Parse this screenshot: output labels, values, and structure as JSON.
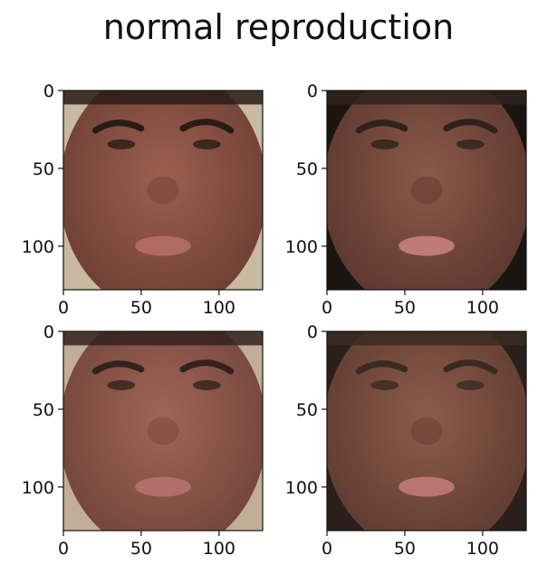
{
  "title": "normal reproduction",
  "chart_data": [
    {
      "type": "image",
      "row": 1,
      "col": 1,
      "image_label": "face-original-1",
      "xlim": [
        0,
        128
      ],
      "ylim": [
        128,
        0
      ],
      "xticks": [
        0,
        50,
        100
      ],
      "yticks": [
        0,
        50,
        100
      ],
      "xtick_labels": [
        "0",
        "50",
        "100"
      ],
      "ytick_labels": [
        "0",
        "50",
        "100"
      ],
      "palette": {
        "skin": "#9c5f4f",
        "skin_dark": "#6b3d33",
        "hair": "#2a1b17",
        "bg": "#c9b9a3",
        "lips": "#b06a66"
      }
    },
    {
      "type": "image",
      "row": 1,
      "col": 2,
      "image_label": "face-original-2",
      "xlim": [
        0,
        128
      ],
      "ylim": [
        128,
        0
      ],
      "xticks": [
        0,
        50,
        100
      ],
      "yticks": [
        0,
        50,
        100
      ],
      "xtick_labels": [
        "0",
        "50",
        "100"
      ],
      "ytick_labels": [
        "0",
        "50",
        "100"
      ],
      "palette": {
        "skin": "#8a5a4a",
        "skin_dark": "#5a352c",
        "hair": "#2f221d",
        "bg": "#1b1512",
        "lips": "#c07a78"
      }
    },
    {
      "type": "image",
      "row": 2,
      "col": 1,
      "image_label": "face-reproduction-1",
      "xlim": [
        0,
        128
      ],
      "ylim": [
        128,
        0
      ],
      "xticks": [
        0,
        50,
        100
      ],
      "yticks": [
        0,
        50,
        100
      ],
      "xtick_labels": [
        "0",
        "50",
        "100"
      ],
      "ytick_labels": [
        "0",
        "50",
        "100"
      ],
      "palette": {
        "skin": "#a06556",
        "skin_dark": "#70433a",
        "hair": "#33221d",
        "bg": "#c2ae98",
        "lips": "#b06f6a"
      }
    },
    {
      "type": "image",
      "row": 2,
      "col": 2,
      "image_label": "face-reproduction-2",
      "xlim": [
        0,
        128
      ],
      "ylim": [
        128,
        0
      ],
      "xticks": [
        0,
        50,
        100
      ],
      "yticks": [
        0,
        50,
        100
      ],
      "xtick_labels": [
        "0",
        "50",
        "100"
      ],
      "ytick_labels": [
        "0",
        "50",
        "100"
      ],
      "palette": {
        "skin": "#8d5c4b",
        "skin_dark": "#5c3a2f",
        "hair": "#3a2a22",
        "bg": "#2a1f1a",
        "lips": "#b87572"
      }
    }
  ]
}
